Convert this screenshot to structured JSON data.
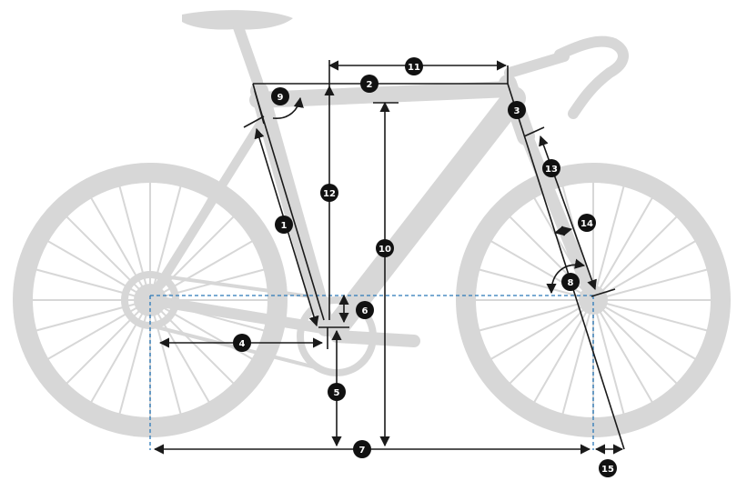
{
  "diagram": {
    "colors": {
      "bike": "#d7d7d7",
      "line": "#1a1a1a",
      "badge": "#111111",
      "badge_text": "#ffffff",
      "wheelbase_box": "#2b78b8"
    },
    "badges": [
      {
        "id": "1",
        "label": "1"
      },
      {
        "id": "2",
        "label": "2"
      },
      {
        "id": "3",
        "label": "3"
      },
      {
        "id": "4",
        "label": "4"
      },
      {
        "id": "5",
        "label": "5"
      },
      {
        "id": "6",
        "label": "6"
      },
      {
        "id": "7",
        "label": "7"
      },
      {
        "id": "8",
        "label": "8"
      },
      {
        "id": "9",
        "label": "9"
      },
      {
        "id": "10",
        "label": "10"
      },
      {
        "id": "11",
        "label": "11"
      },
      {
        "id": "12",
        "label": "12"
      },
      {
        "id": "13",
        "label": "13"
      },
      {
        "id": "14",
        "label": "14"
      },
      {
        "id": "15",
        "label": "15"
      }
    ]
  }
}
